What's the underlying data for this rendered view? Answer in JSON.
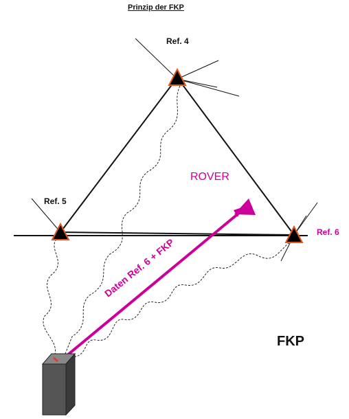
{
  "title": "Prinzip der FKP",
  "stations": {
    "ref4": {
      "label": "Ref. 4"
    },
    "ref5": {
      "label": "Ref. 5"
    },
    "ref6": {
      "label": "Ref. 6"
    }
  },
  "rover": {
    "label": "ROVER"
  },
  "transmission": {
    "label": "Daten Ref. 6 + FKP"
  },
  "system_label": "FKP",
  "colors": {
    "line": "#111111",
    "station_fill": "#000000",
    "station_outline": "#e05a20",
    "accent": "#cc0099",
    "server": "#555555"
  }
}
